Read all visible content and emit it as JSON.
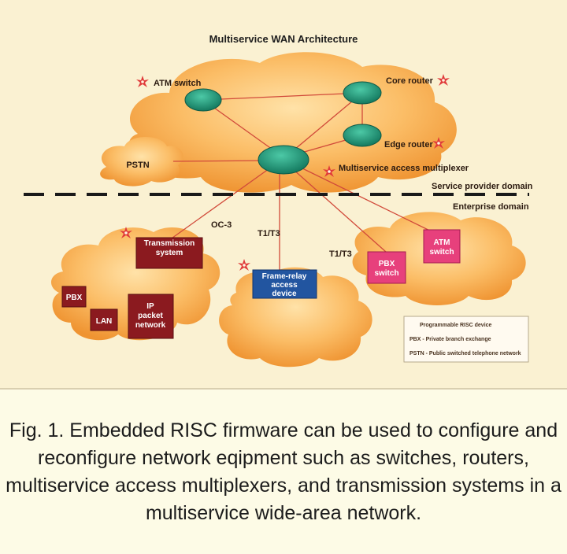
{
  "diagram": {
    "title": "Multiservice WAN Architecture",
    "labels": {
      "atm_switch": "ATM switch",
      "core_router": "Core router",
      "edge_router": "Edge router",
      "multiservice_mux": "Multiservice access multiplexer",
      "pstn": "PSTN",
      "service_provider_domain": "Service provider domain",
      "enterprise_domain": "Enterprise domain",
      "oc3": "OC-3",
      "t1_t3_center": "T1/T3",
      "t1_t3_right": "T1/T3"
    },
    "boxes": {
      "transmission_system": "Transmission system",
      "pbx_left": "PBX",
      "lan": "LAN",
      "ip_packet_network": "IP packet network",
      "frame_relay": "Frame-relay access device",
      "pbx_switch": "PBX switch",
      "atm_switch_box": "ATM switch"
    },
    "legend": {
      "item1": "Programmable RISC device",
      "item2": "PBX - Private branch exchange",
      "item3": "PSTN - Public switched telephone network"
    },
    "colors": {
      "cloud_orange": "#f7a544",
      "cloud_highlight": "#ffe2a8",
      "node_teal": "#1f9e80",
      "box_maroon": "#8b1a1f",
      "box_pink": "#e7407c",
      "box_blue": "#2255a0",
      "link_red": "#d14a3a",
      "star_red": "#e03a3a"
    }
  },
  "caption": "Fig. 1. Embedded RISC firmware can be used to configure and reconfigure network eqipment such as switches, routers, multiservice access multiplexers, and transmission systems in a multiservice wide-area network."
}
